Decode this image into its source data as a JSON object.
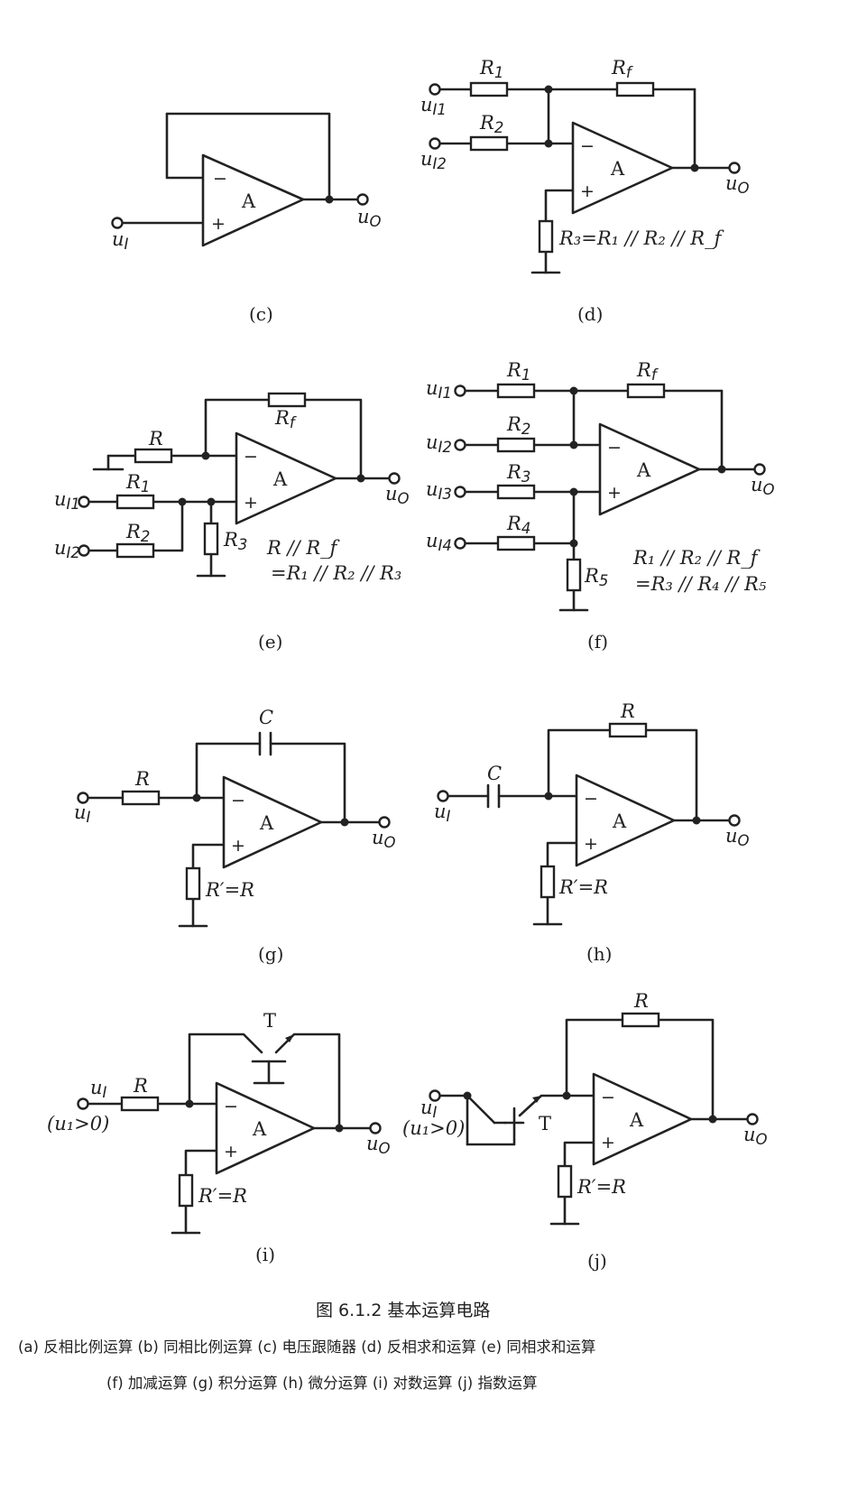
{
  "opamp_label": "A",
  "minus": "−",
  "plus": "+",
  "circuits": {
    "c": {
      "tag": "(c)",
      "in": "u",
      "in_sub": "I",
      "out": "u",
      "out_sub": "O"
    },
    "d": {
      "tag": "(d)",
      "R1": "R",
      "R1s": "1",
      "R2": "R",
      "R2s": "2",
      "Rf": "R",
      "Rfs": "f",
      "in1": "u",
      "in1s": "I1",
      "in2": "u",
      "in2s": "I2",
      "out": "u",
      "outs": "O",
      "note": "R₃=R₁ // R₂ // R_f"
    },
    "e": {
      "tag": "(e)",
      "Rf": "R",
      "Rfs": "f",
      "R": "R",
      "R1": "R",
      "R1s": "1",
      "R2": "R",
      "R2s": "2",
      "R3": "R",
      "R3s": "3",
      "in1": "u",
      "in1s": "I1",
      "in2": "u",
      "in2s": "I2",
      "out": "u",
      "outs": "O",
      "note1": "R // R_f",
      "note2": "=R₁ // R₂ // R₃"
    },
    "f": {
      "tag": "(f)",
      "R1": "R",
      "R1s": "1",
      "R2": "R",
      "R2s": "2",
      "R3": "R",
      "R3s": "3",
      "R4": "R",
      "R4s": "4",
      "R5": "R",
      "R5s": "5",
      "Rf": "R",
      "Rfs": "f",
      "in1": "u",
      "in1s": "I1",
      "in2": "u",
      "in2s": "I2",
      "in3": "u",
      "in3s": "I3",
      "in4": "u",
      "in4s": "I4",
      "out": "u",
      "outs": "O",
      "note1": "R₁ // R₂ // R_f",
      "note2": "=R₃ // R₄ // R₅"
    },
    "g": {
      "tag": "(g)",
      "C": "C",
      "R": "R",
      "Rp": "R′=R",
      "in": "u",
      "ins": "I",
      "out": "u",
      "outs": "O"
    },
    "h": {
      "tag": "(h)",
      "C": "C",
      "R": "R",
      "Rp": "R′=R",
      "in": "u",
      "ins": "I",
      "out": "u",
      "outs": "O"
    },
    "i": {
      "tag": "(i)",
      "T": "T",
      "R": "R",
      "Rp": "R′=R",
      "in": "u",
      "ins": "I",
      "cond": "(u₁>0)",
      "out": "u",
      "outs": "O"
    },
    "j": {
      "tag": "(j)",
      "T": "T",
      "R": "R",
      "Rp": "R′=R",
      "in": "u",
      "ins": "I",
      "cond": "(u₁>0)",
      "out": "u",
      "outs": "O"
    }
  },
  "caption": {
    "title": "图 6.1.2   基本运算电路",
    "line1": "(a) 反相比例运算   (b) 同相比例运算   (c) 电压跟随器   (d) 反相求和运算   (e) 同相求和运算",
    "line2": "(f) 加减运算   (g) 积分运算   (h) 微分运算   (i) 对数运算   (j) 指数运算"
  }
}
